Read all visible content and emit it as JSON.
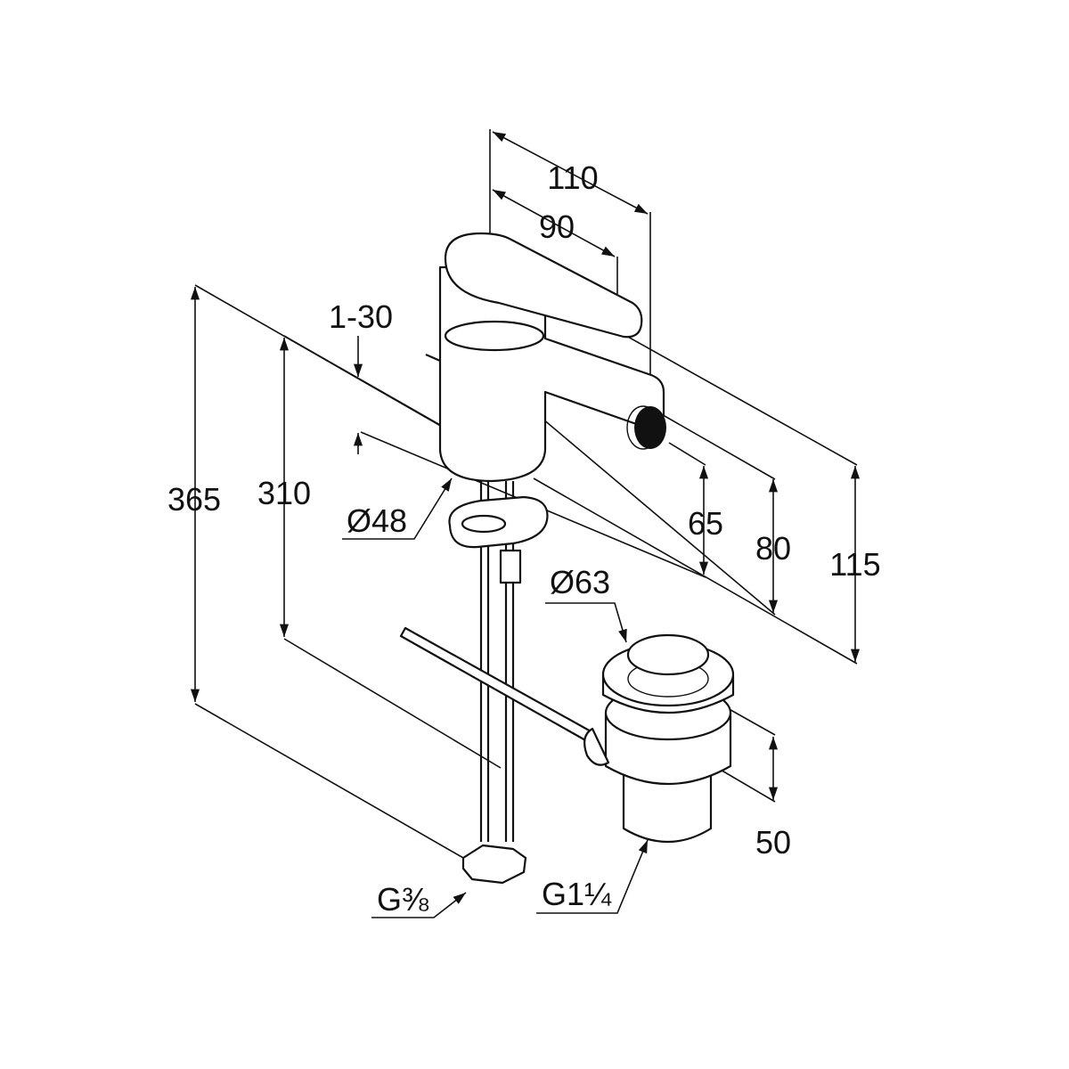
{
  "drawing": {
    "dimensions": {
      "overall_reach": "110",
      "lever_reach": "90",
      "deck_thickness": "1-30",
      "total_height": "365",
      "hose_length": "310",
      "base_diameter": "Ø48",
      "spout_height": "65",
      "outlet_height": "80",
      "tap_height": "115",
      "waste_diameter": "Ø63",
      "waste_height": "50",
      "supply_thread": "G⅜",
      "waste_thread": "G1¼"
    },
    "colors": {
      "line": "#111111",
      "background": "#ffffff"
    }
  }
}
